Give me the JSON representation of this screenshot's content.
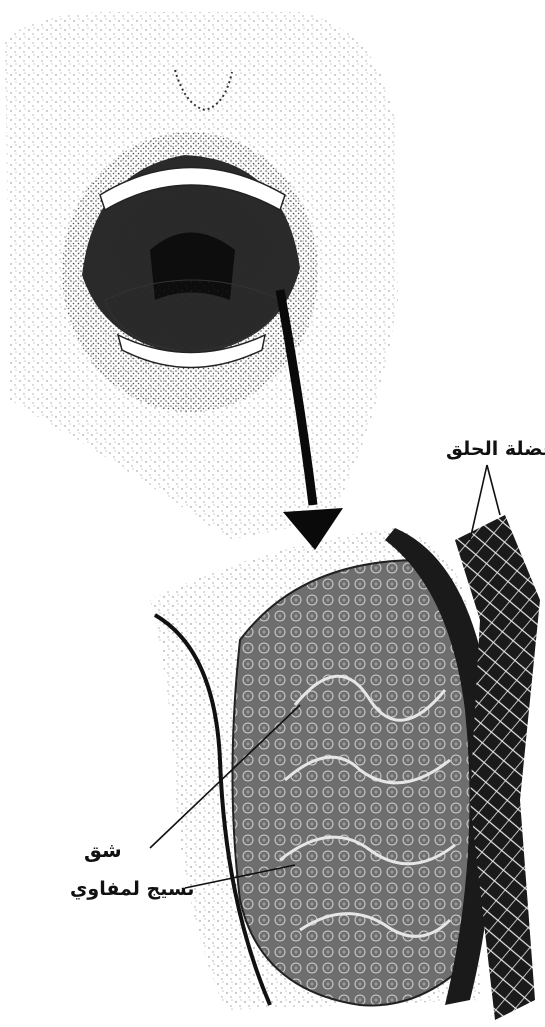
{
  "labels": {
    "throat_muscle": "عضلة الحلق",
    "crypt": "شق",
    "lymphoid_tissue": "نسيج لمفاوي"
  },
  "colors": {
    "ink": "#111111",
    "tonsil_fill": "#6e6e6e",
    "tonsil_dark": "#4a4a4a",
    "paper": "#ffffff"
  }
}
